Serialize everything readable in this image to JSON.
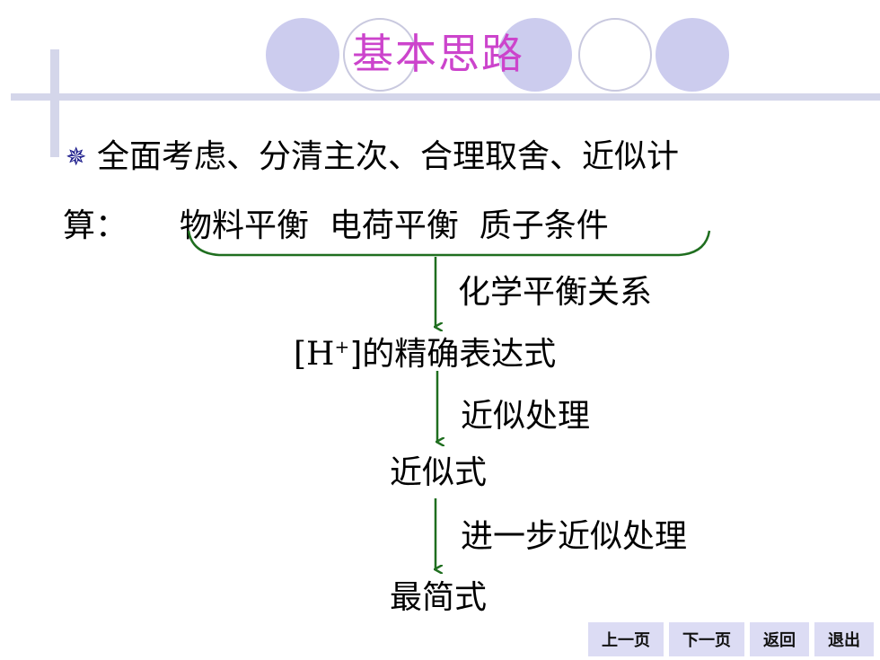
{
  "slide": {
    "title": "基本思路",
    "bullet_icon": "snowflake-bullet",
    "bullet_line1": "全面考虑、分清主次、合理取舍、近似计",
    "bullet_line2": "算：",
    "conditions": "物料平衡  电荷平衡  质子条件"
  },
  "flow": {
    "step1_label": "化学平衡关系",
    "exact_prefix": "[H",
    "exact_sup": "+",
    "exact_suffix": "]的精确表达式",
    "step2_label": "近似处理",
    "approx": "近似式",
    "step3_label": "进一步近似处理",
    "simplest": "最简式"
  },
  "nav": {
    "prev": "上一页",
    "next": "下一页",
    "back": "返回",
    "exit": "退出"
  },
  "colors": {
    "title": "#cc44cc",
    "arrow": "#1f6e1f",
    "nav_bg": "#dcdcf4"
  }
}
